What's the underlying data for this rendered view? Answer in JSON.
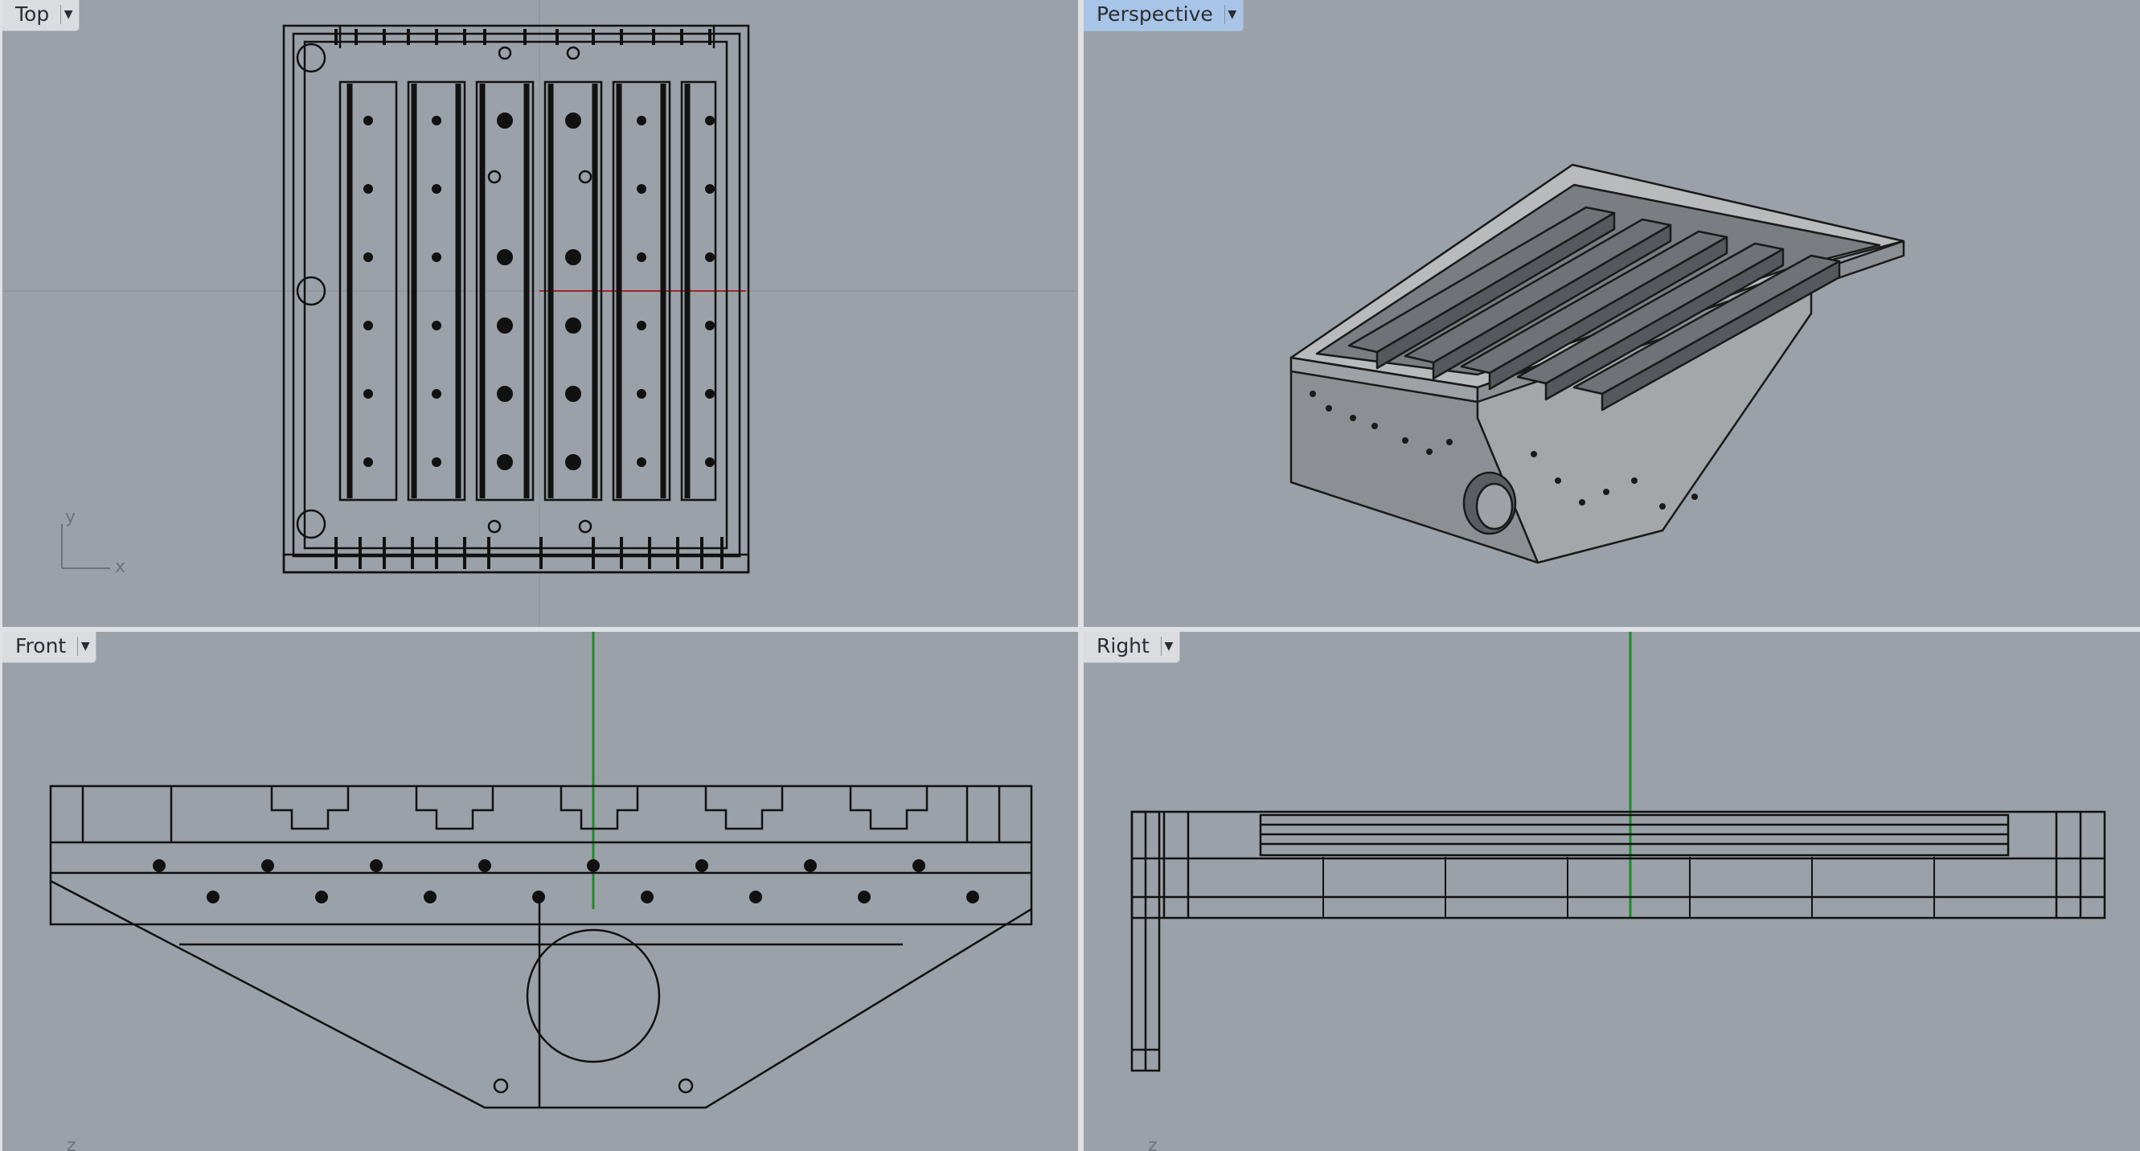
{
  "viewports": {
    "top": {
      "label": "Top",
      "active": false
    },
    "perspective": {
      "label": "Perspective",
      "active": true
    },
    "front": {
      "label": "Front",
      "active": false
    },
    "right": {
      "label": "Right",
      "active": false
    }
  },
  "axes": {
    "top": {
      "y": "y",
      "x": "x"
    },
    "front": {
      "z": "z"
    },
    "right": {
      "z": "z"
    }
  },
  "icons": {
    "dropdown": "chevron-down-icon"
  },
  "colors": {
    "viewport_bg": "#9aa1a8",
    "active_tab": "#a8c4e6",
    "inactive_tab": "#dadcdf",
    "x_axis": "#9a2a2a",
    "z_axis": "#1f8a2a",
    "wire": "#111111"
  }
}
